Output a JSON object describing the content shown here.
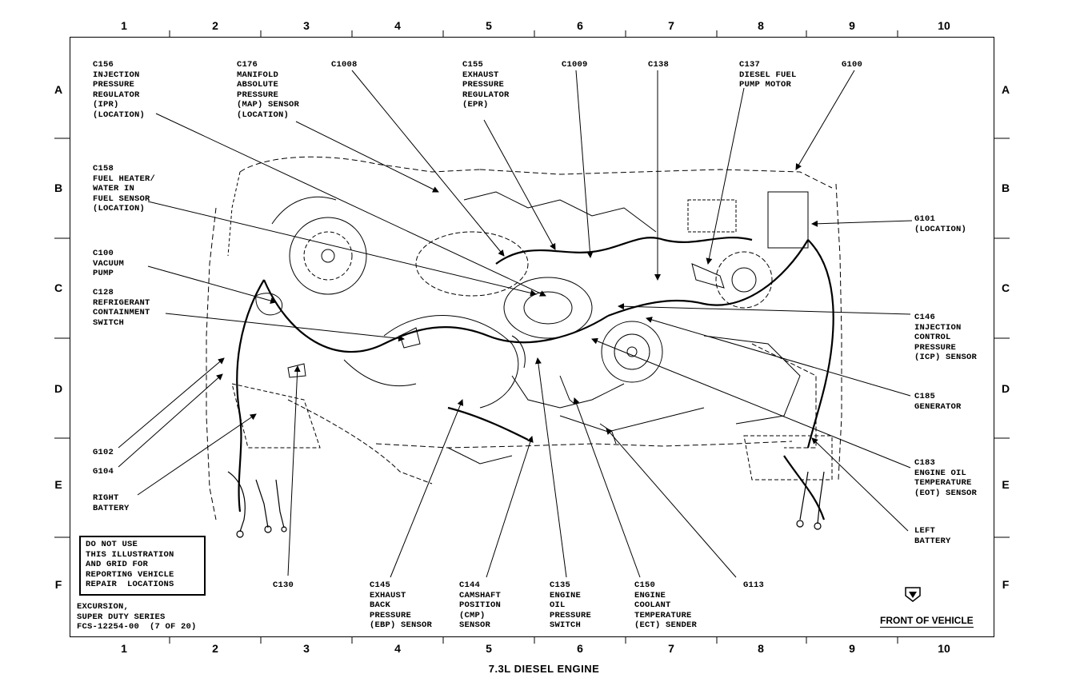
{
  "grid": {
    "columns": [
      "1",
      "2",
      "3",
      "4",
      "5",
      "6",
      "7",
      "8",
      "9",
      "10"
    ],
    "rows": [
      "A",
      "B",
      "C",
      "D",
      "E",
      "F"
    ]
  },
  "callouts": {
    "c156": "C156\nINJECTION\nPRESSURE\nREGULATOR\n(IPR)\n(LOCATION)",
    "c176": "C176\nMANIFOLD\nABSOLUTE\nPRESSURE\n(MAP) SENSOR\n(LOCATION)",
    "c1008": "C1008",
    "c155": "C155\nEXHAUST\nPRESSURE\nREGULATOR\n(EPR)",
    "c1009": "C1009",
    "c138": "C138",
    "c137": "C137\nDIESEL FUEL\nPUMP MOTOR",
    "g100": "G100",
    "c158": "C158\nFUEL HEATER/\nWATER IN\nFUEL SENSOR\n(LOCATION)",
    "g101": "G101\n(LOCATION)",
    "c100": "C100\nVACUUM\nPUMP",
    "c128": "C128\nREFRIGERANT\nCONTAINMENT\nSWITCH",
    "c146": "C146\nINJECTION\nCONTROL\nPRESSURE\n(ICP) SENSOR",
    "c185": "C185\nGENERATOR",
    "g102": "G102",
    "g104": "G104",
    "right_battery": "RIGHT\nBATTERY",
    "c183": "C183\nENGINE OIL\nTEMPERATURE\n(EOT) SENSOR",
    "left_battery": "LEFT\nBATTERY",
    "c130": "C130",
    "c145": "C145\nEXHAUST\nBACK\nPRESSURE\n(EBP) SENSOR",
    "c144": "C144\nCAMSHAFT\nPOSITION\n(CMP)\nSENSOR",
    "c135": "C135\nENGINE\nOIL\nPRESSURE\nSWITCH",
    "c150": "C150\nENGINE\nCOOLANT\nTEMPERATURE\n(ECT) SENDER",
    "g113": "G113"
  },
  "note": "DO NOT USE\nTHIS ILLUSTRATION\nAND GRID FOR\nREPORTING VEHICLE\nREPAIR  LOCATIONS",
  "model": "EXCURSION,\nSUPER DUTY SERIES\nFCS-12254-00  (7 OF 20)",
  "front_label": "FRONT OF VEHICLE",
  "caption": "7.3L DIESEL ENGINE",
  "colors": {
    "ink": "#000000",
    "paper": "#ffffff"
  }
}
